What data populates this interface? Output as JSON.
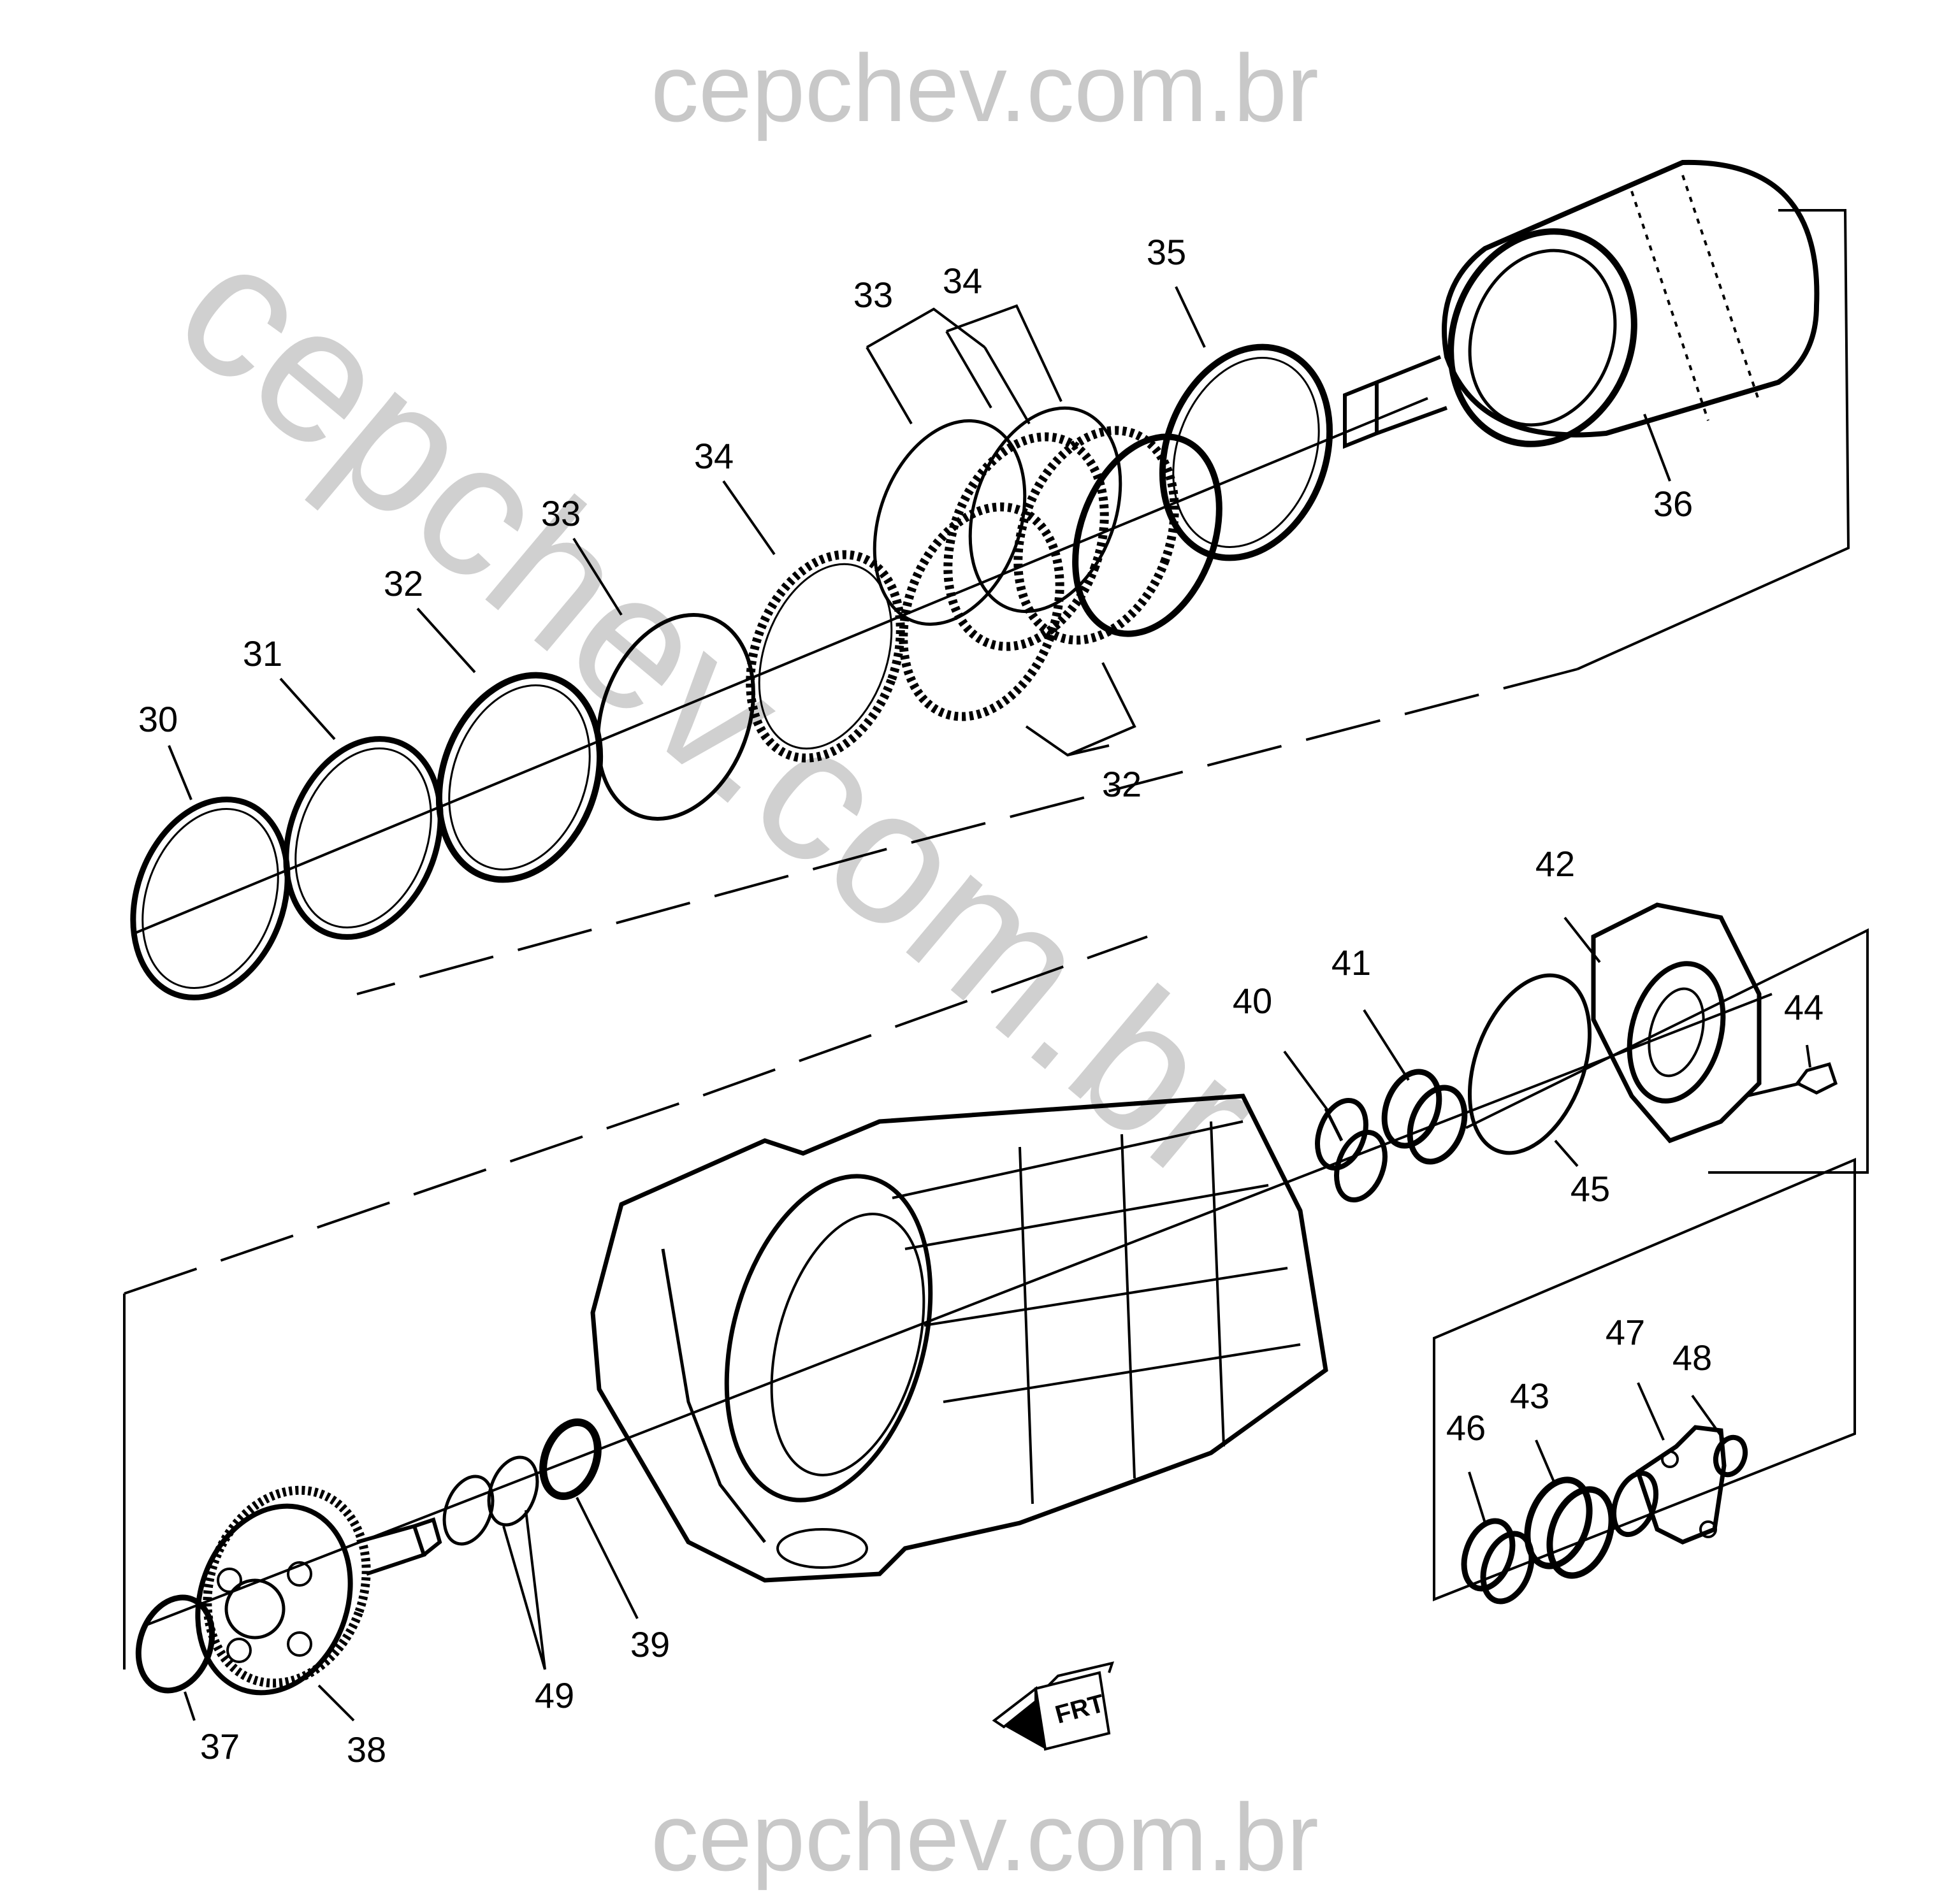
{
  "watermarks": {
    "top": "cepchev.com.br",
    "bottom": "cepchev.com.br",
    "diagonal": "cepchev.com.br"
  },
  "callouts": {
    "c30": "30",
    "c31": "31",
    "c32a": "32",
    "c32b": "32",
    "c33a": "33",
    "c33b": "33",
    "c34a": "34",
    "c34b": "34",
    "c35": "35",
    "c36": "36",
    "c37": "37",
    "c38": "38",
    "c39": "39",
    "c40": "40",
    "c41": "41",
    "c42": "42",
    "c43": "43",
    "c44": "44",
    "c45": "45",
    "c46": "46",
    "c47": "47",
    "c48": "48",
    "c49": "49"
  },
  "orientation": {
    "label": "FRT"
  },
  "colors": {
    "line": "#000000",
    "watermark": "#c8c8c8",
    "background": "#ffffff"
  }
}
